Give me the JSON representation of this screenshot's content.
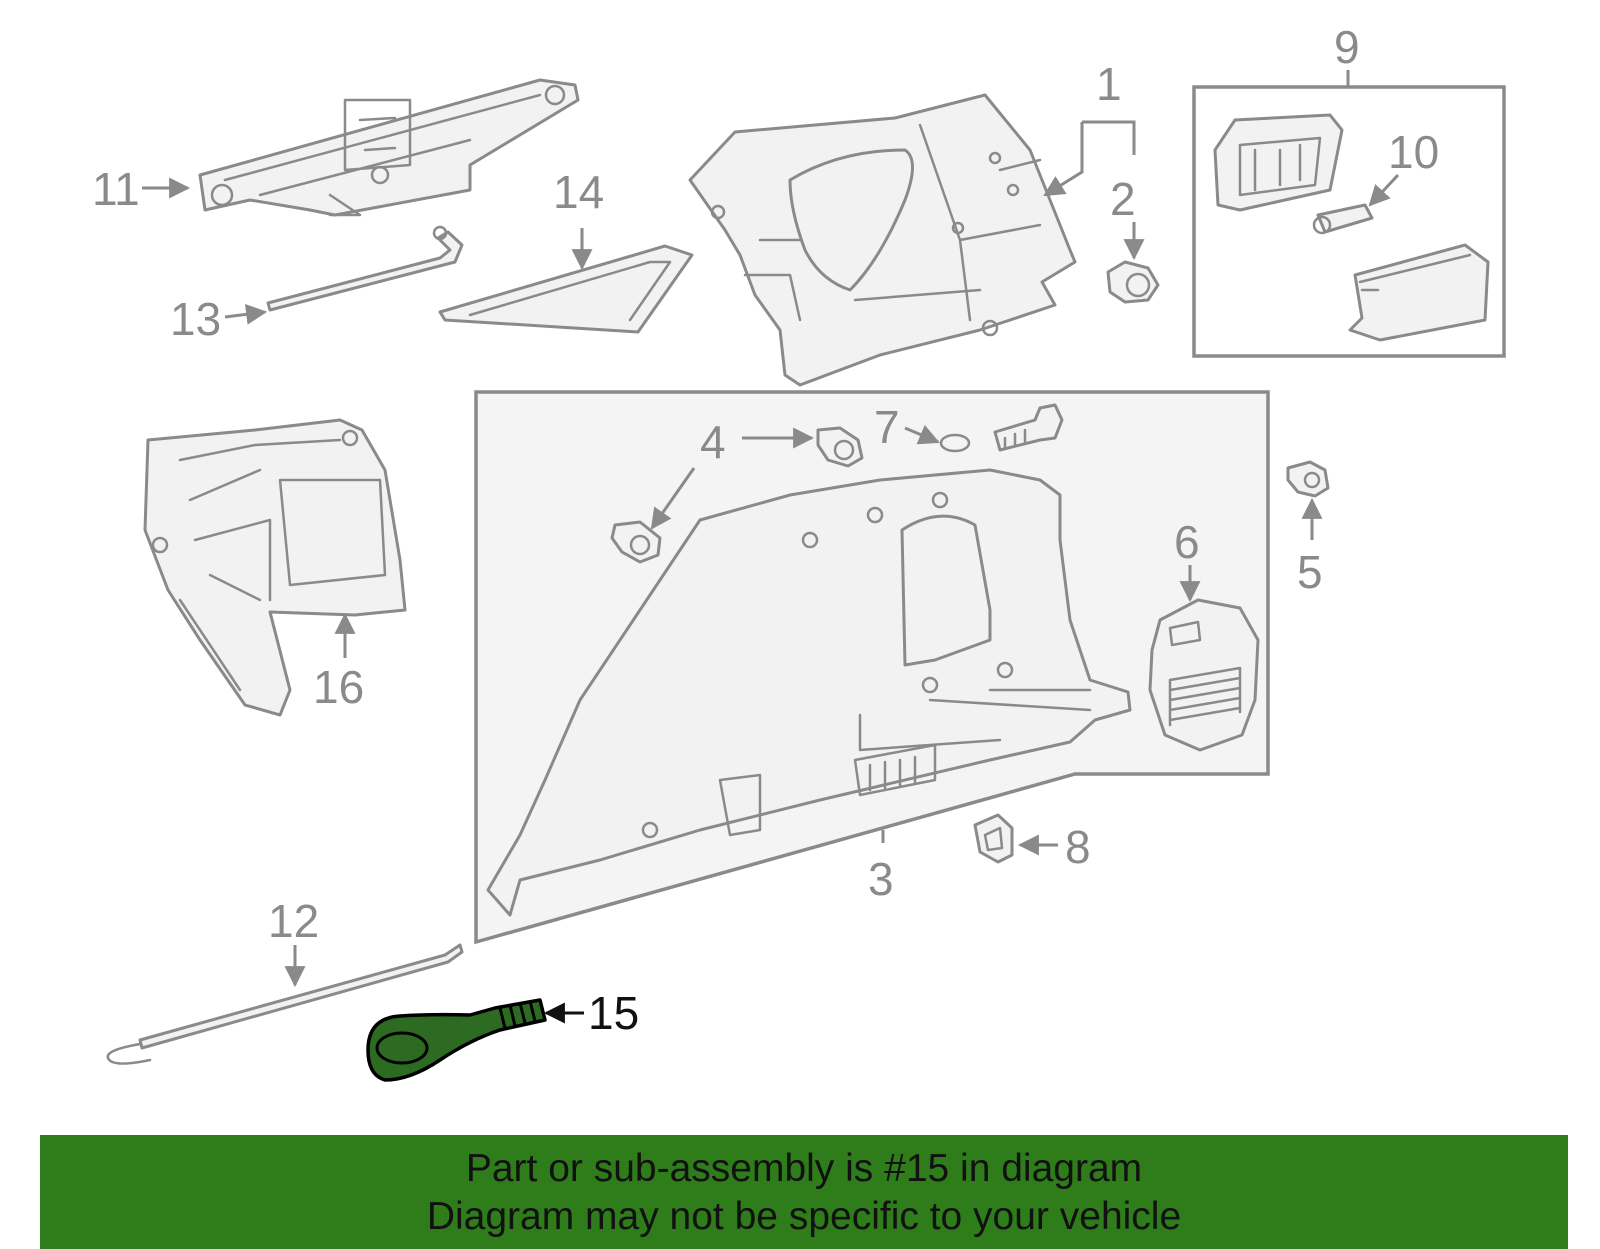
{
  "callouts": {
    "c1": "1",
    "c2": "2",
    "c3": "3",
    "c4": "4",
    "c5": "5",
    "c6": "6",
    "c7": "7",
    "c8": "8",
    "c9": "9",
    "c10": "10",
    "c11": "11",
    "c12": "12",
    "c13": "13",
    "c14": "14",
    "c15": "15",
    "c16": "16"
  },
  "highlighted_part": "15",
  "colors": {
    "banner_bg": "#2e7d1a",
    "highlight_fill": "#2e6b22",
    "line_gray": "#8a8a8a"
  },
  "banner": {
    "line1": "Part or sub-assembly is #15 in diagram",
    "line2": "Diagram may not be specific to your vehicle"
  }
}
